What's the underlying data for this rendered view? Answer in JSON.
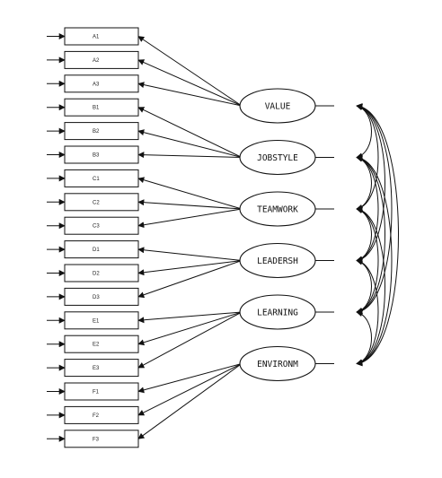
{
  "diagram": {
    "indicators": [
      "A1",
      "A2",
      "A3",
      "B1",
      "B2",
      "B3",
      "C1",
      "C2",
      "C3",
      "D1",
      "D2",
      "D3",
      "E1",
      "E2",
      "E3",
      "F1",
      "F2",
      "F3"
    ],
    "factors": [
      {
        "label": "VALUE",
        "indicators": [
          "A1",
          "A2",
          "A3"
        ]
      },
      {
        "label": "JOBSTYLE",
        "indicators": [
          "B1",
          "B2",
          "B3"
        ]
      },
      {
        "label": "TEAMWORK",
        "indicators": [
          "C1",
          "C2",
          "C3"
        ]
      },
      {
        "label": "LEADERSH",
        "indicators": [
          "D1",
          "D2",
          "D3"
        ]
      },
      {
        "label": "LEARNING",
        "indicators": [
          "E1",
          "E2",
          "E3"
        ]
      },
      {
        "label": "ENVIRONM",
        "indicators": [
          "F1",
          "F2",
          "F3"
        ]
      }
    ],
    "correlated_factors": true
  }
}
